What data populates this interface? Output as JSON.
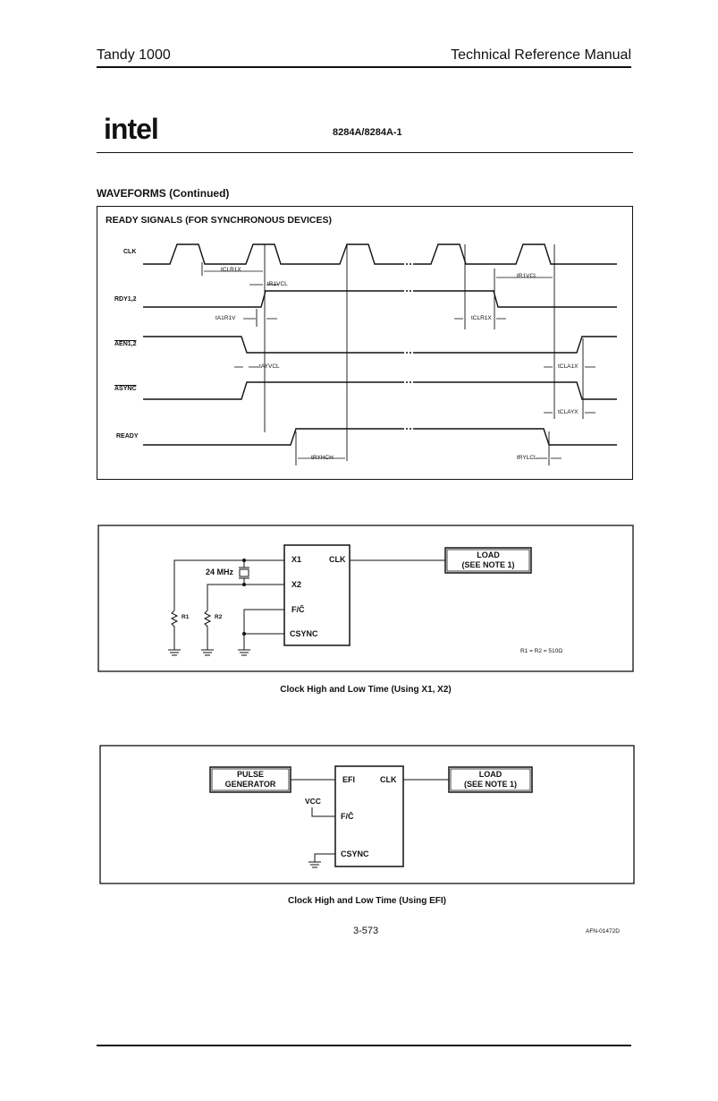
{
  "header": {
    "left": "Tandy 1000",
    "right": "Technical Reference Manual"
  },
  "brand": {
    "logo": "intel",
    "part_number": "8284A/8284A-1"
  },
  "section_title": "WAVEFORMS (Continued)",
  "timing": {
    "title": "READY SIGNALS (FOR SYNCHRONOUS DEVICES)",
    "signals": [
      "CLK",
      "RDY1,2",
      "AEN1,2",
      "ASYNC",
      "READY"
    ],
    "labels": {
      "tclr1x": "tCLR1X",
      "tr1vcl_a": "tR1VCL",
      "tr1vcl_b": "tR1VCL",
      "ta1r1v": "tA1R1V",
      "tclr1x_b": "tCLR1X",
      "tayvcl": "tAYVCL",
      "tcla1x": "tCLA1X",
      "tclayx": "tCLAYX",
      "trynch": "tRYHCH",
      "trylcl": "tRYLCL"
    }
  },
  "circuit1": {
    "pins": [
      "X1",
      "CLK",
      "X2",
      "F/C̄",
      "CSYNC"
    ],
    "crystal": "24 MHz",
    "r1": "R1",
    "r2": "R2",
    "load_line1": "LOAD",
    "load_line2": "(SEE NOTE 1)",
    "note": "R1 = R2 = 510Ω",
    "caption": "Clock High and Low Time (Using X1, X2)"
  },
  "circuit2": {
    "pins": [
      "EFI",
      "CLK",
      "F/C̄",
      "CSYNC"
    ],
    "pulse_line1": "PULSE",
    "pulse_line2": "GENERATOR",
    "vcc": "VCC",
    "load_line1": "LOAD",
    "load_line2": "(SEE NOTE 1)",
    "caption": "Clock High and Low Time (Using EFI)"
  },
  "footer": {
    "page": "3-573",
    "code": "AFN-01472D"
  }
}
